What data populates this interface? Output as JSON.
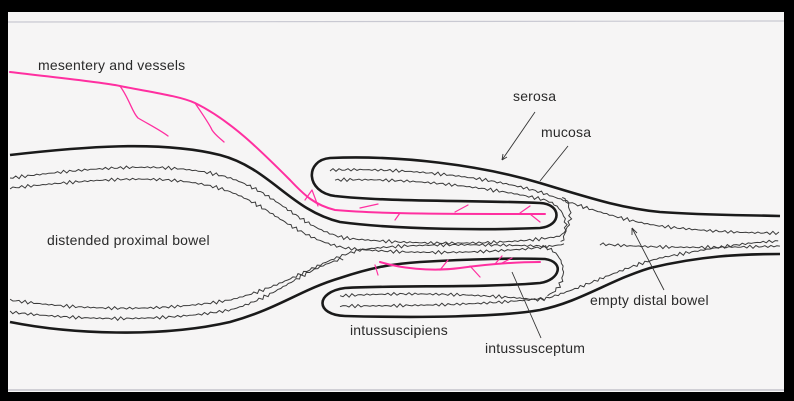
{
  "labels": {
    "mesentery": "mesentery and vessels",
    "serosa": "serosa",
    "mucosa": "mucosa",
    "proximal": "distended proximal bowel",
    "distal": "empty distal bowel",
    "intussuscipiens": "intussuscipiens",
    "intussusceptum": "intussusceptum"
  },
  "colors": {
    "background": "#f6f5f5",
    "wall": "#1a1a1a",
    "mucosa": "#3a3a3a",
    "vessels": "#ff2fa0",
    "frame": "#000000"
  }
}
